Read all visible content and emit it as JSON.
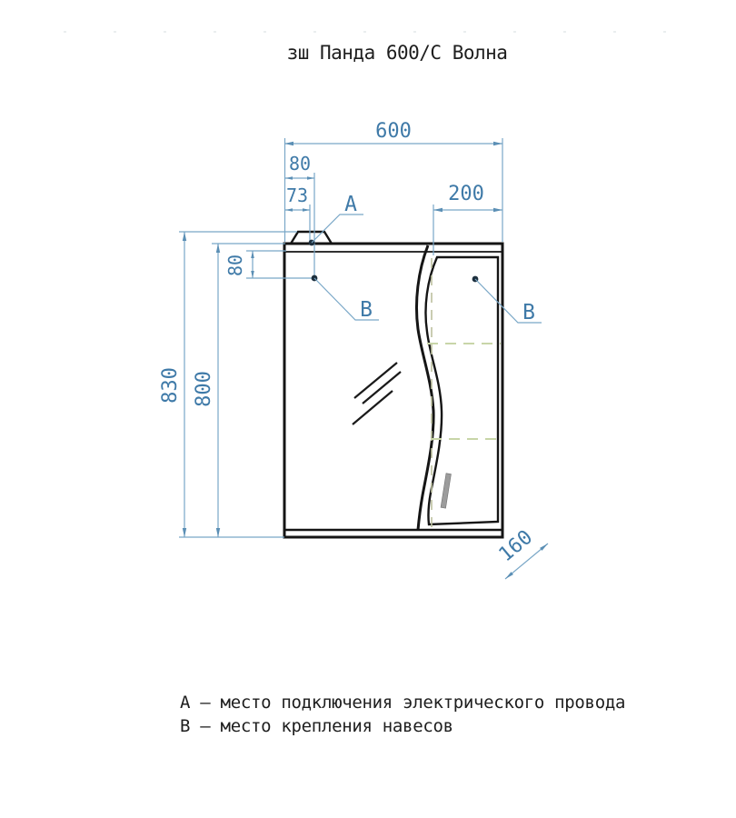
{
  "title": "зш Панда 600/С Волна",
  "drawing": {
    "dims": {
      "overall_width": "600",
      "hinge_offset": "80",
      "wire_offset": "73",
      "door_width": "200",
      "hinge_drop": "80",
      "overall_height": "830",
      "body_height": "800",
      "depth": "160"
    },
    "markers": {
      "a": "А",
      "b": "В"
    }
  },
  "legend": {
    "items": [
      "А – место подключения электрического провода",
      "В – место крепления навесов"
    ]
  },
  "colors": {
    "dimension_blue": "#3f7aa8",
    "line_blue": "#79a7c7",
    "outline_black": "#151515",
    "shelf_dash_green": "#c8d5a8",
    "axis_dash_khaki": "#bcc09e"
  }
}
